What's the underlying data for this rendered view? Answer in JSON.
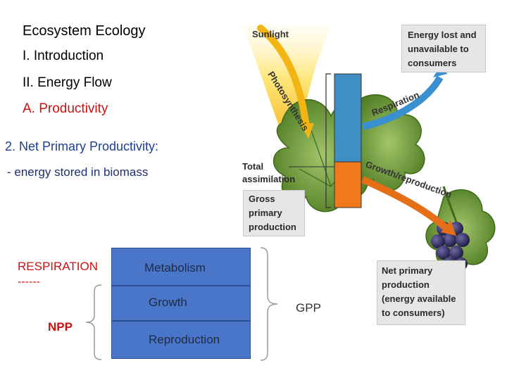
{
  "outline": {
    "title": "Ecosystem Ecology",
    "item1": "I. Introduction",
    "item2": "II. Energy Flow",
    "item3": "A. Productivity",
    "item4": "2. Net Primary Productivity:",
    "item5": "- energy stored in biomass"
  },
  "figure": {
    "sunlight": "Sunlight",
    "photosynthesis": "Photosynthesis",
    "energy_lost": [
      "Energy lost and",
      "unavailable to",
      "consumers"
    ],
    "respiration": "Respiration",
    "total_assimilation": [
      "Total",
      "assimilation"
    ],
    "growth_reproduction": "Growth/reproduction",
    "gross_primary": [
      "Gross",
      "primary",
      "production"
    ],
    "net_primary": [
      "Net primary",
      "production",
      "(energy available",
      "to consumers)"
    ]
  },
  "gpp_diagram": {
    "respiration_label": "RESPIRATION",
    "dashes": "------",
    "npp_label": "NPP",
    "blocks": [
      "Metabolism",
      "Growth",
      "Reproduction"
    ],
    "gpp_label": "GPP"
  },
  "colors": {
    "bar_top": "#3f8fc4",
    "bar_bottom": "#f07a1a",
    "block_fill": "#4a76c9",
    "red_label": "#cc1111",
    "arrow_blue": "#3a8fd0",
    "leaf_green": "#6f9a3a"
  }
}
